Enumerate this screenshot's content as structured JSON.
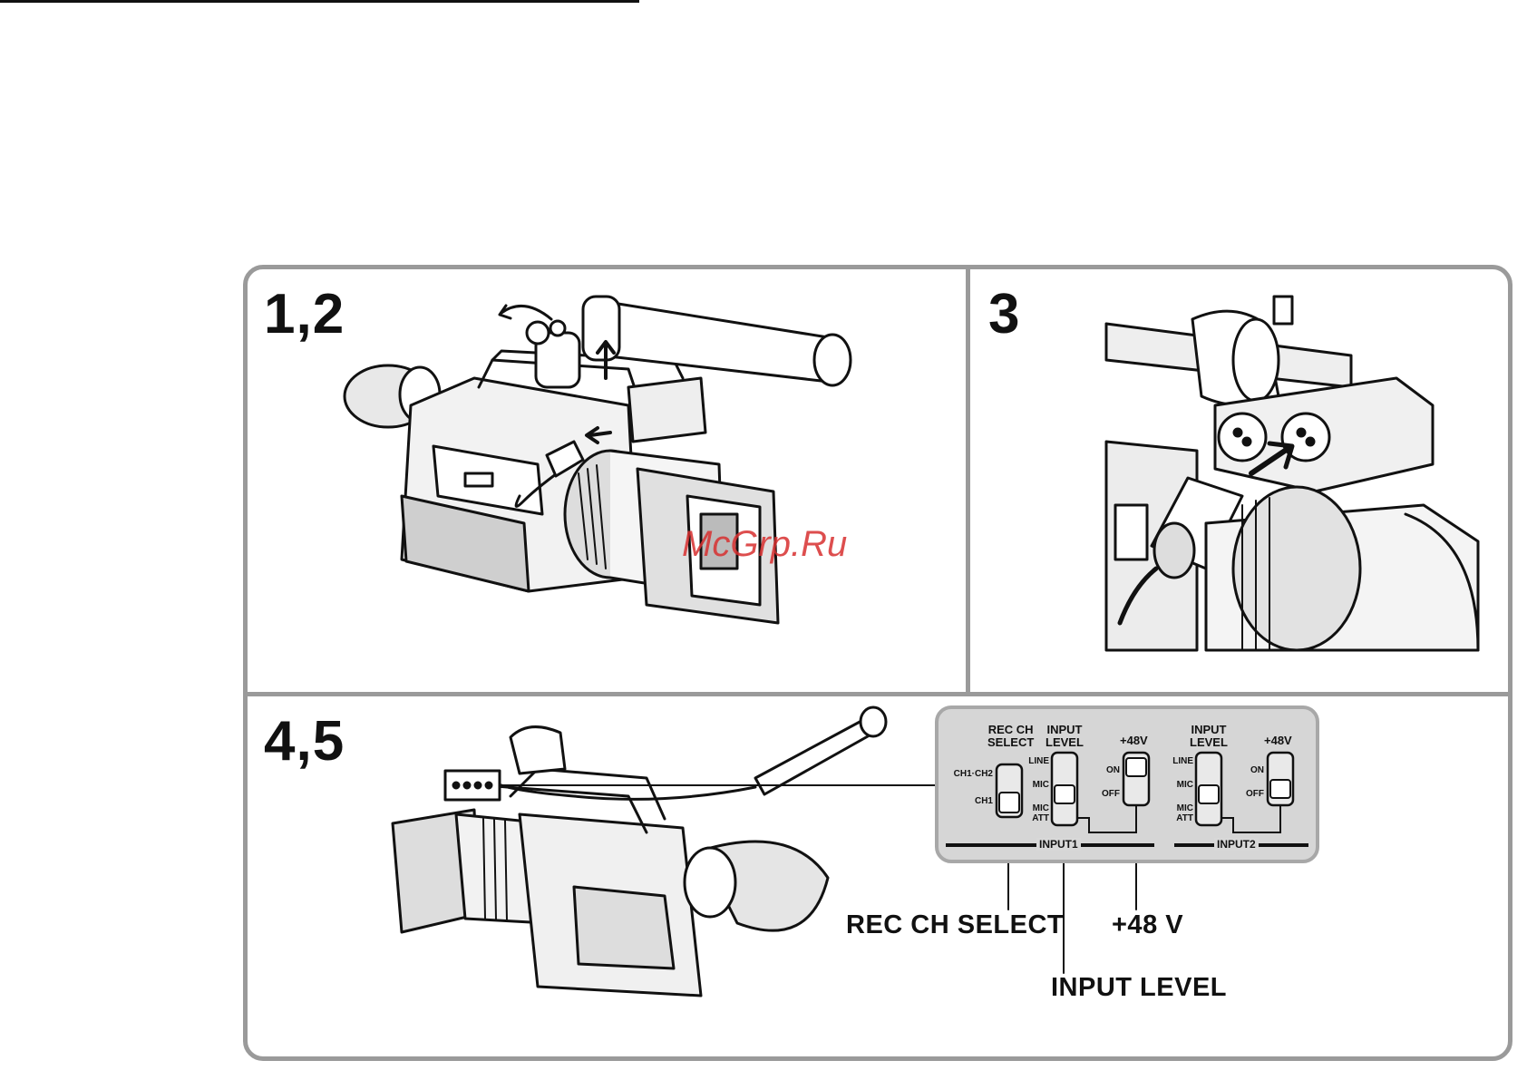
{
  "steps": {
    "step_a": "1,2",
    "step_b": "3",
    "step_c": "4,5"
  },
  "watermark": "McGrp.Ru",
  "panel_labels": {
    "rec_ch_select": "REC CH SELECT",
    "input_level": "INPUT LEVEL",
    "plus_48v": "+48 V"
  },
  "switch_panel": {
    "rec_ch_select": {
      "line1": "REC CH",
      "line2": "SELECT",
      "pos_top": "CH1·CH2",
      "pos_bottom": "CH1"
    },
    "input1_level": {
      "line1": "INPUT",
      "line2": "LEVEL",
      "pos_top": "LINE",
      "pos_mid": "MIC",
      "pos_bottom1": "MIC",
      "pos_bottom2": "ATT"
    },
    "input1_48v": {
      "line1": "+48V",
      "pos_top": "ON",
      "pos_bottom": "OFF"
    },
    "input2_level": {
      "line1": "INPUT",
      "line2": "LEVEL",
      "pos_top": "LINE",
      "pos_mid": "MIC",
      "pos_bottom1": "MIC",
      "pos_bottom2": "ATT"
    },
    "input2_48v": {
      "line1": "+48V",
      "pos_top": "ON",
      "pos_bottom": "OFF"
    },
    "group_input1": "INPUT1",
    "group_input2": "INPUT2"
  }
}
